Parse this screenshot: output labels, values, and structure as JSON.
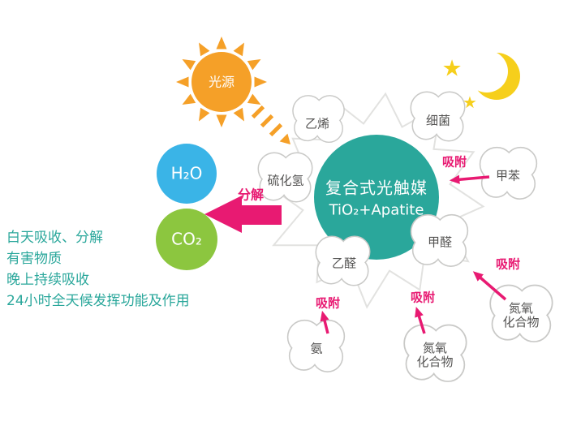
{
  "colors": {
    "teal": "#2aa79b",
    "blue": "#3ab4e7",
    "green": "#8cc63f",
    "pink": "#e81a72",
    "orange": "#f5a028",
    "yellow": "#f6cf1c",
    "gray_text": "#555453",
    "cloud_stroke": "#c9c9c7"
  },
  "sun": {
    "label": "光源"
  },
  "night": {
    "star_glyph": "★"
  },
  "center": {
    "line1": "复合式光触媒",
    "line2": "TiO₂+Apatite"
  },
  "products": {
    "h2o": "H₂O",
    "co2": "CO₂"
  },
  "arrows": {
    "decompose": "分解",
    "adsorb": "吸附"
  },
  "pollutants": [
    {
      "label": "乙烯"
    },
    {
      "label": "细菌"
    },
    {
      "label": "硫化氢"
    },
    {
      "label": "甲苯"
    },
    {
      "label": "甲醛"
    },
    {
      "label": "乙醛"
    },
    {
      "label": "氨"
    },
    {
      "label": "氮氧\n化合物"
    },
    {
      "label": "氮氧\n化合物"
    }
  ],
  "description": {
    "lines": [
      "白天吸收、分解",
      "有害物质",
      "晚上持续吸收",
      "24小时全天候发挥功能及作用"
    ]
  }
}
